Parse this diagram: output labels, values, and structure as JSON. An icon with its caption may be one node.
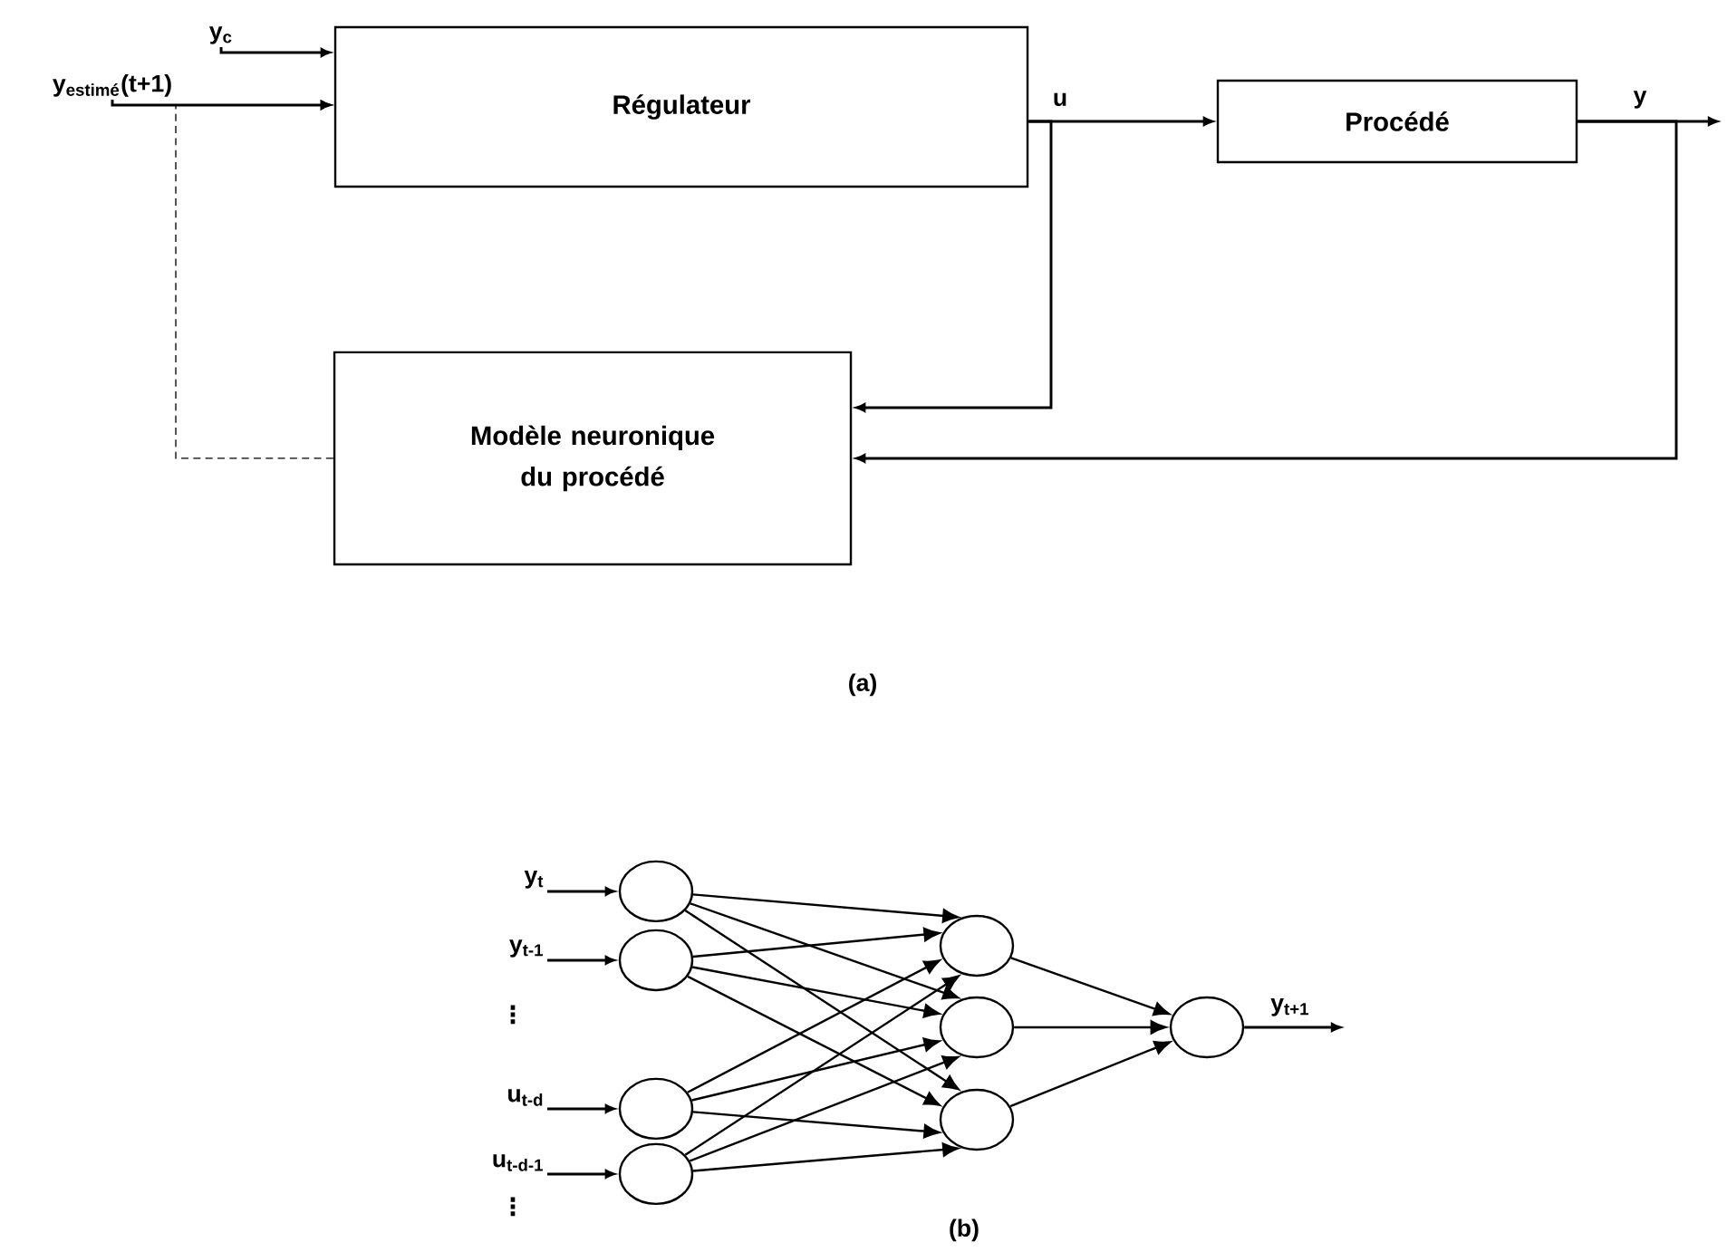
{
  "diagram": {
    "nodes": [
      {
        "text": [
          "y$_{c}$"
        ]
      },
      {
        "text": [
          "y$_{estimé}$(t+1)"
        ]
      },
      {
        "text": [
          "Régulateur"
        ]
      },
      {
        "text": [
          "Procédé"
        ]
      },
      {
        "text": [
          "Modèle neuronique du procédé"
        ]
      },
      {
        "text": [
          "y$_{t}$"
        ]
      },
      {
        "text": [],
        "shape": "circle"
      },
      {
        "text": [
          "y$_{t-1}$"
        ]
      },
      {
        "text": [],
        "shape": "circle"
      },
      {
        "text": [
          "u$_{t-d}$"
        ]
      },
      {
        "text": [],
        "shape": "circle"
      },
      {
        "text": [
          "u$_{t-d-1}$"
        ]
      },
      {
        "text": [],
        "shape": "circle"
      },
      {
        "text": [],
        "shape": "circle"
      },
      {
        "text": [],
        "shape": "circle"
      },
      {
        "text": [],
        "shape": "circle"
      },
      {
        "text": [],
        "shape": "circle"
      }
    ],
    "edges": [
      {
        "from": 0,
        "to": 2,
        "arrow": "to"
      },
      {
        "from": 1,
        "to": 2,
        "arrow": "to"
      },
      {
        "from": 4,
        "to": 2,
        "arrow": "to",
        "style": "dashed"
      },
      {
        "from": 2,
        "to": 3,
        "arrow": "to",
        "label": "u"
      },
      {
        "from": 2,
        "to": 4,
        "arrow": "to"
      },
      {
        "from": 3,
        "to": null,
        "arrow": "to",
        "label": "y"
      },
      {
        "from": 3,
        "to": 4,
        "arrow": "to"
      },
      {
        "from": 5,
        "to": 6,
        "arrow": "to"
      },
      {
        "from": 7,
        "to": 8,
        "arrow": "to"
      },
      {
        "from": 9,
        "to": 10,
        "arrow": "to"
      },
      {
        "from": 11,
        "to": 12,
        "arrow": "to"
      },
      {
        "from": 6,
        "to": 13,
        "arrow": "to"
      },
      {
        "from": 6,
        "to": 14,
        "arrow": "to"
      },
      {
        "from": 6,
        "to": 15,
        "arrow": "to"
      },
      {
        "from": 8,
        "to": 13,
        "arrow": "to"
      },
      {
        "from": 8,
        "to": 14,
        "arrow": "to"
      },
      {
        "from": 8,
        "to": 15,
        "arrow": "to"
      },
      {
        "from": 10,
        "to": 13,
        "arrow": "to"
      },
      {
        "from": 10,
        "to": 14,
        "arrow": "to"
      },
      {
        "from": 10,
        "to": 15,
        "arrow": "to"
      },
      {
        "from": 12,
        "to": 13,
        "arrow": "to"
      },
      {
        "from": 12,
        "to": 14,
        "arrow": "to"
      },
      {
        "from": 12,
        "to": 15,
        "arrow": "to"
      },
      {
        "from": 13,
        "to": 16,
        "arrow": "to"
      },
      {
        "from": 14,
        "to": 16,
        "arrow": "to"
      },
      {
        "from": 15,
        "to": 16,
        "arrow": "to"
      },
      {
        "from": 16,
        "to": null,
        "arrow": "to",
        "label": "y$_{t+1}$"
      }
    ],
    "labels": [
      "(a)",
      "⋮",
      "⋮",
      "(b)"
    ]
  }
}
